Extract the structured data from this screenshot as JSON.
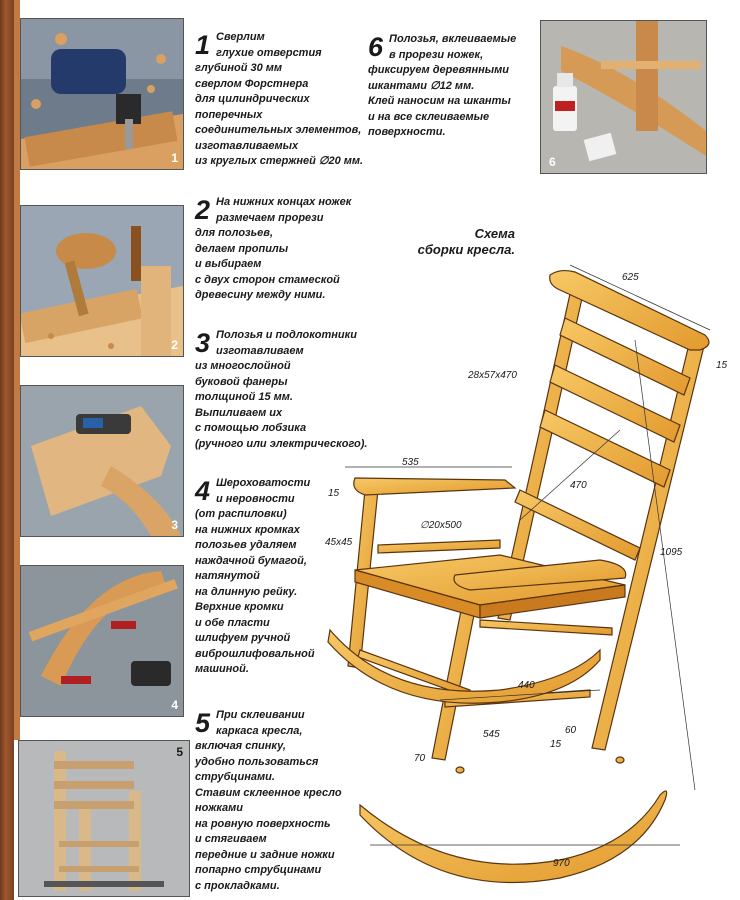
{
  "steps": [
    {
      "num": "1",
      "lines": [
        "Сверлим",
        "глухие отверстия",
        "глубиной 30 мм",
        "сверлом Форстнера",
        "для цилиндрических",
        "поперечных",
        "соединительных элементов,",
        "изготавливаемых",
        "из круглых стержней ∅20 мм."
      ]
    },
    {
      "num": "2",
      "lines": [
        "На нижних концах ножек",
        "размечаем прорези",
        "для полозьев,",
        "делаем пропилы",
        "и выбираем",
        "с двух сторон стамеской",
        "древесину между ними."
      ]
    },
    {
      "num": "3",
      "lines": [
        "Полозья и подлокотники",
        "изготавливаем",
        "из многослойной",
        "буковой фанеры",
        "толщиной 15 мм.",
        "Выпиливаем их",
        "с помощью лобзика",
        "(ручного или электрического)."
      ]
    },
    {
      "num": "4",
      "lines": [
        "Шероховатости",
        "и неровности",
        "(от распиловки)",
        "на нижних кромках",
        "полозьев удаляем",
        "наждачной бумагой,",
        "натянутой",
        "на длинную рейку.",
        "Верхние кромки",
        "и обе пласти",
        "шлифуем ручной",
        "виброшлифовальной",
        "машиной."
      ]
    },
    {
      "num": "5",
      "lines": [
        "При склеивании",
        "каркаса кресла,",
        "включая спинку,",
        "удобно пользоваться",
        "струбцинами.",
        "Ставим склеенное кресло",
        "ножками",
        "на ровную поверхность",
        "и стягиваем",
        "передние и задние ножки",
        "попарно струбцинами",
        "с прокладками."
      ]
    },
    {
      "num": "6",
      "lines": [
        "Полозья, вклеиваемые",
        "в прорези ножек,",
        "фиксируем деревянными",
        "шкантами ∅12 мм.",
        "Клей наносим на шканты",
        "и на все склеиваемые",
        "поверхности."
      ]
    }
  ],
  "photos": [
    {
      "num": "1",
      "icon": "drill-photo"
    },
    {
      "num": "2",
      "icon": "chisel-photo"
    },
    {
      "num": "3",
      "icon": "jigsaw-photo"
    },
    {
      "num": "4",
      "icon": "sanding-photo"
    },
    {
      "num": "5",
      "icon": "clamp-photo"
    },
    {
      "num": "6",
      "icon": "glue-photo"
    }
  ],
  "diagram": {
    "title_line1": "Схема",
    "title_line2": "сборки кресла.",
    "dims": {
      "d625": "625",
      "d15a": "15",
      "d28": "28x57x470",
      "d470": "470",
      "d535": "535",
      "d15b": "15",
      "d20": "∅20x500",
      "d45": "45x45",
      "d1095": "1095",
      "d440": "440",
      "d60": "60",
      "d545": "545",
      "d15c": "15",
      "d70": "70",
      "d970": "970"
    }
  },
  "colors": {
    "wood": "#e9a23b",
    "wood_dark": "#c97a1e",
    "wood_light": "#f5c86a",
    "accent": "#a0572d"
  }
}
